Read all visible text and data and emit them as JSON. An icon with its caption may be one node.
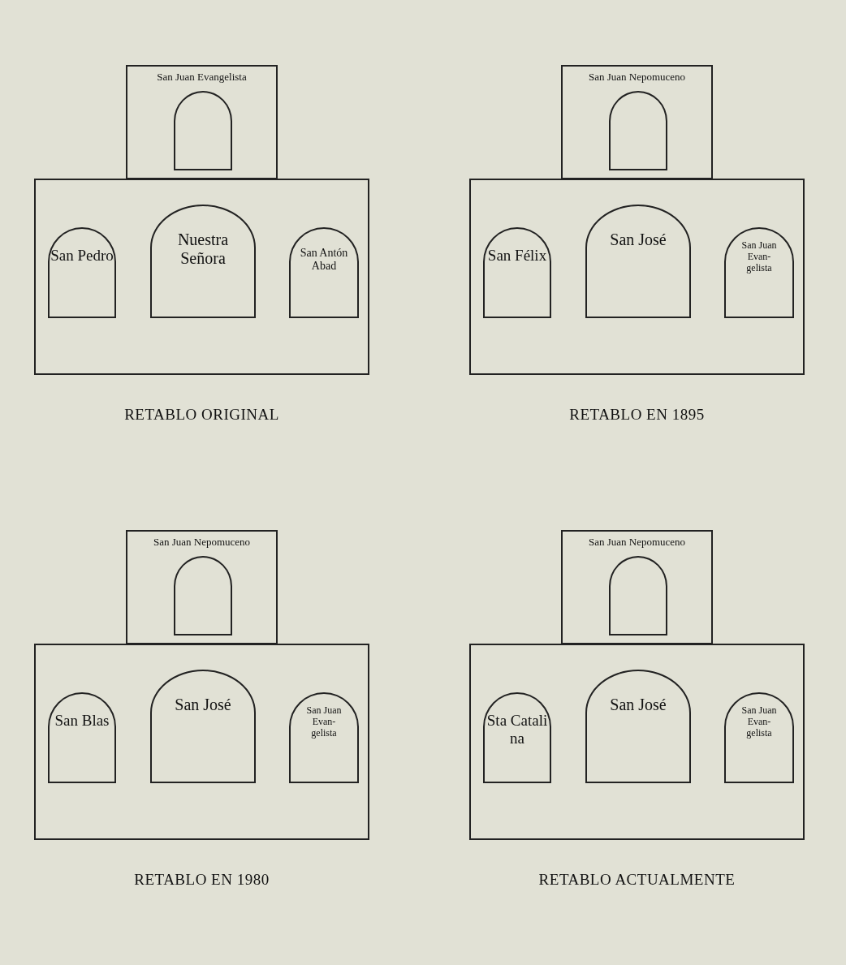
{
  "diagram": {
    "nodes": [
      {
        "text": [
          "San Juan Evangelista"
        ]
      },
      {
        "text": [],
        "shape": "arch",
        "in": 0
      },
      {
        "text": [],
        "shape": "box"
      },
      {
        "text": [
          "San Pedro"
        ],
        "in": 2
      },
      {
        "text": [
          "Nuestra Señora"
        ],
        "in": 2
      },
      {
        "text": [
          "San Antón Abad"
        ],
        "in": 2
      },
      {
        "text": [
          "San Juan Nepomuceno"
        ]
      },
      {
        "text": [],
        "shape": "arch",
        "in": 6
      },
      {
        "text": [],
        "shape": "box"
      },
      {
        "text": [
          "San Félix"
        ],
        "in": 8
      },
      {
        "text": [
          "San José"
        ],
        "in": 8
      },
      {
        "text": [
          "San Juan Evan- gelista"
        ],
        "in": 8
      },
      {
        "text": [
          "San Juan Nepomuceno"
        ]
      },
      {
        "text": [],
        "shape": "arch",
        "in": 12
      },
      {
        "text": [],
        "shape": "box"
      },
      {
        "text": [
          "San Blas"
        ],
        "in": 14
      },
      {
        "text": [
          "San José"
        ],
        "in": 14
      },
      {
        "text": [
          "San Juan Evan- gelista"
        ],
        "in": 14
      },
      {
        "text": [
          "San Juan Nepomuceno"
        ]
      },
      {
        "text": [],
        "shape": "arch",
        "in": 18
      },
      {
        "text": [],
        "shape": "box"
      },
      {
        "text": [
          "Sta Catali na"
        ],
        "in": 20
      },
      {
        "text": [
          "San José"
        ],
        "in": 20
      },
      {
        "text": [
          "San Juan Evan- gelista"
        ],
        "in": 20
      }
    ],
    "edges": [],
    "labels": [
      "RETABLO ORIGINAL",
      "RETABLO EN 1895",
      "RETABLO EN 1980",
      "RETABLO ACTUALMENTE"
    ]
  }
}
